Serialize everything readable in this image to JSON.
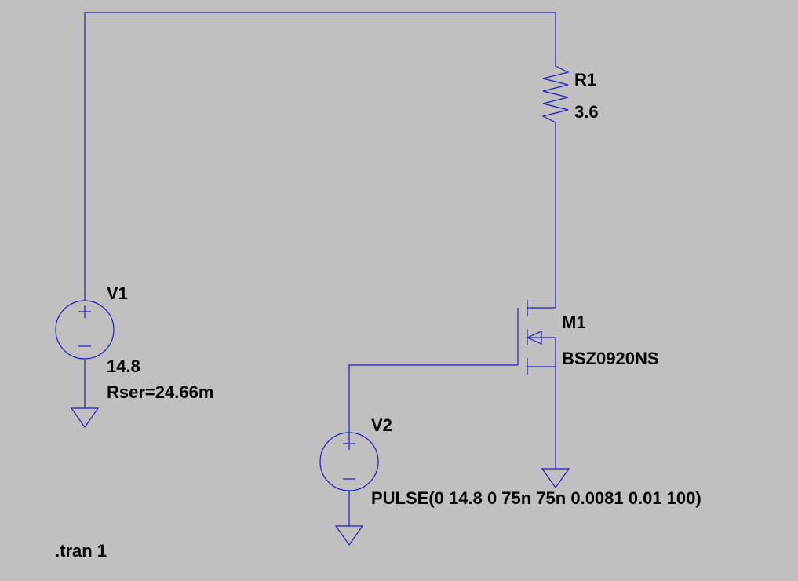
{
  "schematic": {
    "components": {
      "v1": {
        "name": "V1",
        "value": "14.8",
        "param": "Rser=24.66m"
      },
      "v2": {
        "name": "V2",
        "value": "PULSE(0 14.8 0 75n 75n 0.0081 0.01 100)"
      },
      "r1": {
        "name": "R1",
        "value": "3.6"
      },
      "m1": {
        "name": "M1",
        "value": "BSZ0920NS"
      }
    },
    "directive": ".tran 1"
  },
  "colors": {
    "background": "#c0c0c0",
    "wire": "#1c1cc4",
    "text": "#000000"
  }
}
